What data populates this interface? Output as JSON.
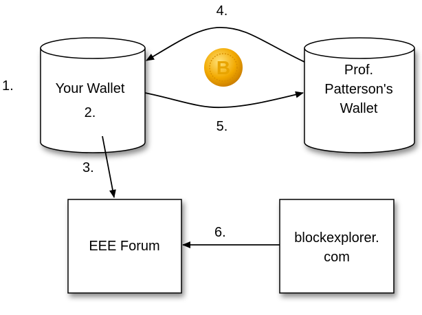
{
  "steps": {
    "s1": "1.",
    "s2": "2.",
    "s3": "3.",
    "s4": "4.",
    "s5": "5.",
    "s6": "6."
  },
  "nodes": {
    "your_wallet": "Your Wallet",
    "patterson_line1": "Prof.",
    "patterson_line2": "Patterson's",
    "patterson_line3": "Wallet",
    "forum": "EEE Forum",
    "explorer_line1": "blockexplorer.",
    "explorer_line2": "com"
  },
  "coin_symbol": "B"
}
